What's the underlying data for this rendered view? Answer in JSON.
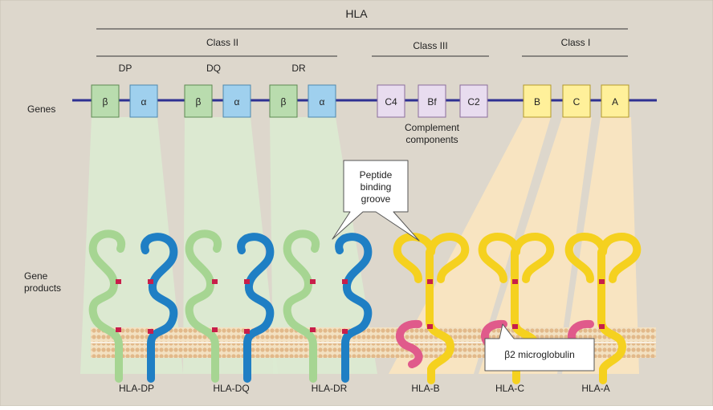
{
  "diagram": {
    "title": "HLA",
    "classes": [
      {
        "label": "Class II"
      },
      {
        "label": "Class III"
      },
      {
        "label": "Class I"
      }
    ],
    "subregions": [
      {
        "label": "DP"
      },
      {
        "label": "DQ"
      },
      {
        "label": "DR"
      }
    ],
    "row_labels": {
      "genes": "Genes",
      "gene_products_line1": "Gene",
      "gene_products_line2": "products"
    },
    "genes": [
      {
        "label": "β",
        "group": "class2-beta"
      },
      {
        "label": "α",
        "group": "class2-alpha"
      },
      {
        "label": "β",
        "group": "class2-beta"
      },
      {
        "label": "α",
        "group": "class2-alpha"
      },
      {
        "label": "β",
        "group": "class2-beta"
      },
      {
        "label": "α",
        "group": "class2-alpha"
      },
      {
        "label": "C4",
        "group": "class3"
      },
      {
        "label": "Bf",
        "group": "class3"
      },
      {
        "label": "C2",
        "group": "class3"
      },
      {
        "label": "B",
        "group": "class1"
      },
      {
        "label": "C",
        "group": "class1"
      },
      {
        "label": "A",
        "group": "class1"
      }
    ],
    "complement_label_line1": "Complement",
    "complement_label_line2": "components",
    "callouts": {
      "groove_line1": "Peptide",
      "groove_line2": "binding",
      "groove_line3": "groove",
      "b2m": "β2 microglobulin"
    },
    "products": [
      {
        "label": "HLA-DP"
      },
      {
        "label": "HLA-DQ"
      },
      {
        "label": "HLA-DR"
      },
      {
        "label": "HLA-B"
      },
      {
        "label": "HLA-C"
      },
      {
        "label": "HLA-A"
      }
    ],
    "colors": {
      "background": "#ddd7cc",
      "chromosome": "#2e3192",
      "class2_beta_box": "#b9dcae",
      "class2_alpha_box": "#9fd0ee",
      "class3_box": "#e8dcef",
      "class1_box": "#fff09a",
      "class2_shade": "#dcebd2",
      "class1_shade": "#fbe5c0",
      "alpha_chain_class2": "#1f7fc4",
      "beta_chain_class2": "#a6d592",
      "class1_heavy_chain": "#f5d11f",
      "b2_microglobulin": "#e05a8b",
      "disulfide_bond": "#c81e4a",
      "membrane": "#e9c79a"
    }
  }
}
